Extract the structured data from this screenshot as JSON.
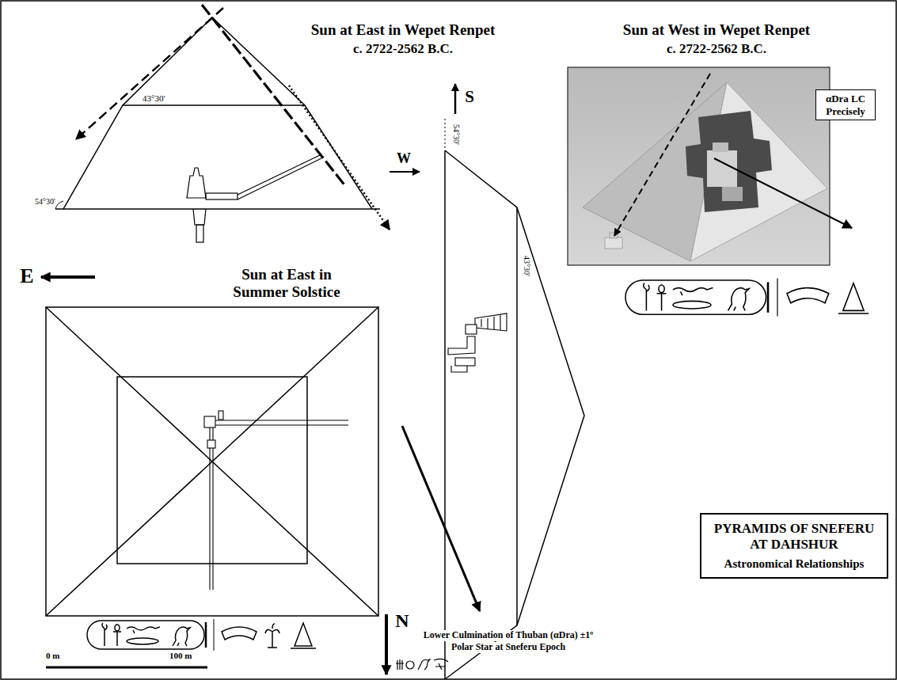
{
  "diagram": {
    "nodes": [
      {
        "text": [
          "αDra LC Precisely"
        ]
      },
      {
        "text": [
          "PYRAMIDS OF SNEFERU AT DAHSHUR",
          "Astronomical Relationships"
        ]
      }
    ],
    "labels": [
      "Sun at East in Wepet Renpet",
      "c. 2722-2562 B.C.",
      "Sun at West in Wepet Renpet",
      "c. 2722-2562 B.C.",
      "43°30'",
      "W",
      "54°30'",
      "E",
      "Sun at East in Summer Solstice",
      "S",
      "54°30'",
      "43°30'",
      "N",
      "Lower Culmination of Thuban (αDra) ±1º",
      "Polar Star at Sneferu Epoch",
      "0 m",
      "100 m"
    ]
  }
}
